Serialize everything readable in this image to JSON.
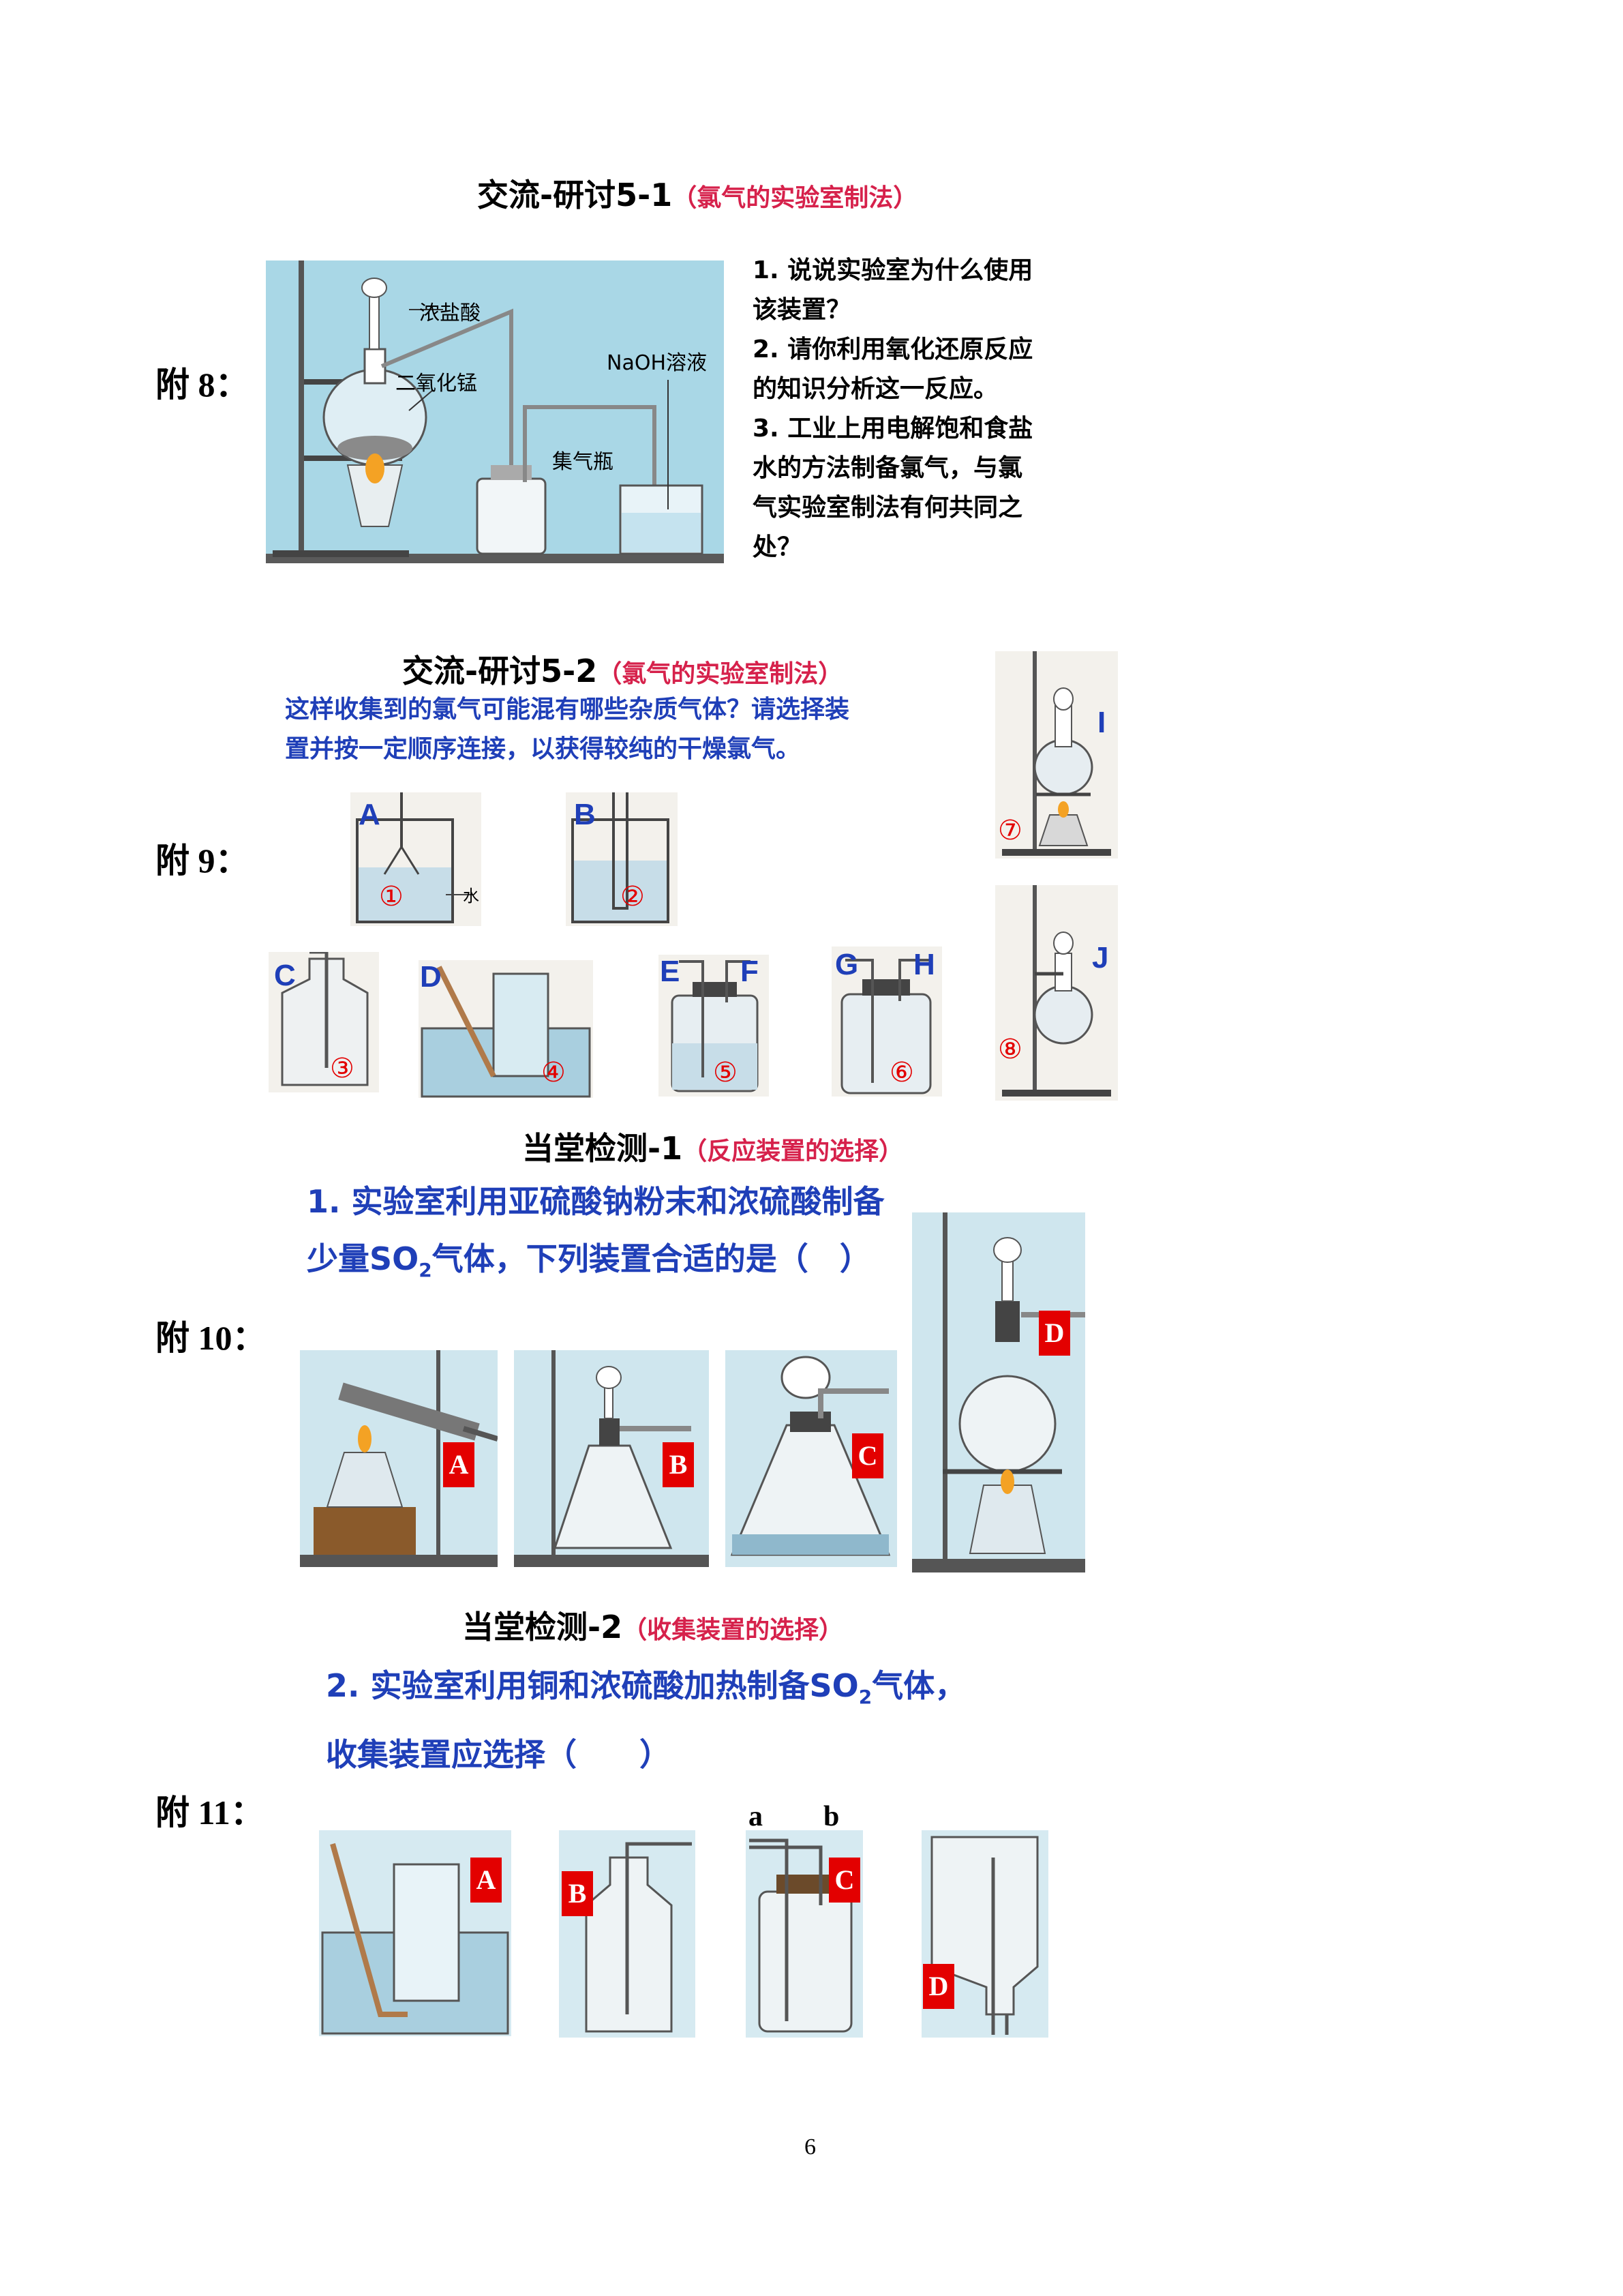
{
  "sections": {
    "s8": {
      "title": "交流-研讨5-1",
      "subtitle": "（氯气的实验室制法）",
      "label": "附 8：",
      "img_labels": [
        "浓盐酸",
        "二氧化锰",
        "NaOH溶液",
        "集气瓶"
      ],
      "questions": [
        "1. 说说实验室为什么使用",
        "该装置？",
        "2. 请你利用氧化还原反应",
        "的知识分析这一反应。",
        "3. 工业上用电解饱和食盐",
        "水的方法制备氯气，与氯",
        "气实验室制法有何共同之",
        "处？"
      ]
    },
    "s9": {
      "title": "交流-研讨5-2",
      "subtitle": "（氯气的实验室制法）",
      "label": "附 9：",
      "question": [
        "这样收集到的氯气可能混有哪些杂质气体？请选择装",
        "置并按一定顺序连接，以获得较纯的干燥氯气。"
      ],
      "letters": [
        "A",
        "B",
        "C",
        "D",
        "E",
        "F",
        "G",
        "H",
        "I",
        "J"
      ],
      "numbers": [
        "①",
        "②",
        "③",
        "④",
        "⑤",
        "⑥",
        "⑦",
        "⑧"
      ],
      "water": "水"
    },
    "s10": {
      "title": "当堂检测-1",
      "subtitle": "（反应装置的选择）",
      "label": "附 10：",
      "question_l1": "1. 实验室利用亚硫酸钠粉末和浓硫酸制备",
      "question_l2a": "少量SO",
      "question_sub": "2",
      "question_l2b": "气体，下列装置合适的是（　）",
      "tags": [
        "A",
        "B",
        "C",
        "D"
      ]
    },
    "s11": {
      "title": "当堂检测-2",
      "subtitle": "（收集装置的选择）",
      "label": "附 11：",
      "question_l1a": "2. 实验室利用铜和浓硫酸加热制备SO",
      "question_sub": "2",
      "question_l1b": "气体，",
      "question_l2": "收集装置应选择（　　）",
      "tags": [
        "A",
        "B",
        "C",
        "D"
      ],
      "ab": [
        "a",
        "b"
      ]
    }
  },
  "page_number": "6"
}
